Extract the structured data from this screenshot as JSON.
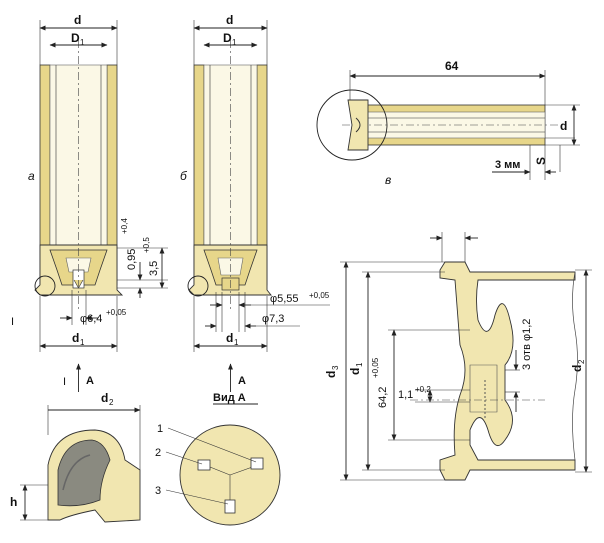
{
  "colors": {
    "brass": "#e7d68a",
    "brass_light": "#f1e6b0",
    "paper": "#fbf8e6",
    "cup_dark": "#8a8a80",
    "ink": "#222222"
  },
  "view_a": {
    "label": "а",
    "dim_d": "d",
    "dim_D1": "D",
    "dim_D1_sub": "1",
    "dim_095": "0,95",
    "dim_095_tol": "+0,4",
    "dim_35": "3,5",
    "dim_35_tol": "+0,5",
    "dim_64": "φ6,4",
    "dim_64_tol": "+0,05",
    "dim_d1": "d",
    "dim_d1_sub": "1",
    "section_mark": "I",
    "arrow_label": "А"
  },
  "view_b": {
    "label": "б",
    "dim_d": "d",
    "dim_D1": "D",
    "dim_D1_sub": "1",
    "dim_555": "φ5,55",
    "dim_555_tol": "+0,05",
    "dim_73": "φ7,3",
    "dim_d1": "d",
    "dim_d1_sub": "1",
    "arrow_label": "А",
    "view_caption": "Вид А"
  },
  "view_v": {
    "label": "в",
    "dim_64": "64",
    "dim_d": "d",
    "dim_3mm": "3 мм",
    "dim_S": "S"
  },
  "detail_I": {
    "label": "I",
    "dim_d2": "d",
    "dim_d2_sub": "2",
    "dim_h": "h"
  },
  "view_A_detail": {
    "items": [
      "1",
      "2",
      "3"
    ]
  },
  "section_right": {
    "dim_d3": "d",
    "dim_d3_sub": "3",
    "dim_d1": "d",
    "dim_d1_sub": "1",
    "dim_642": "64,2",
    "dim_642_tol": "+0,05",
    "dim_11": "1,1",
    "dim_11_tol": "+0,2",
    "dim_holes": "3 отв φ1,2",
    "dim_d2": "d",
    "dim_d2_sub": "2"
  }
}
